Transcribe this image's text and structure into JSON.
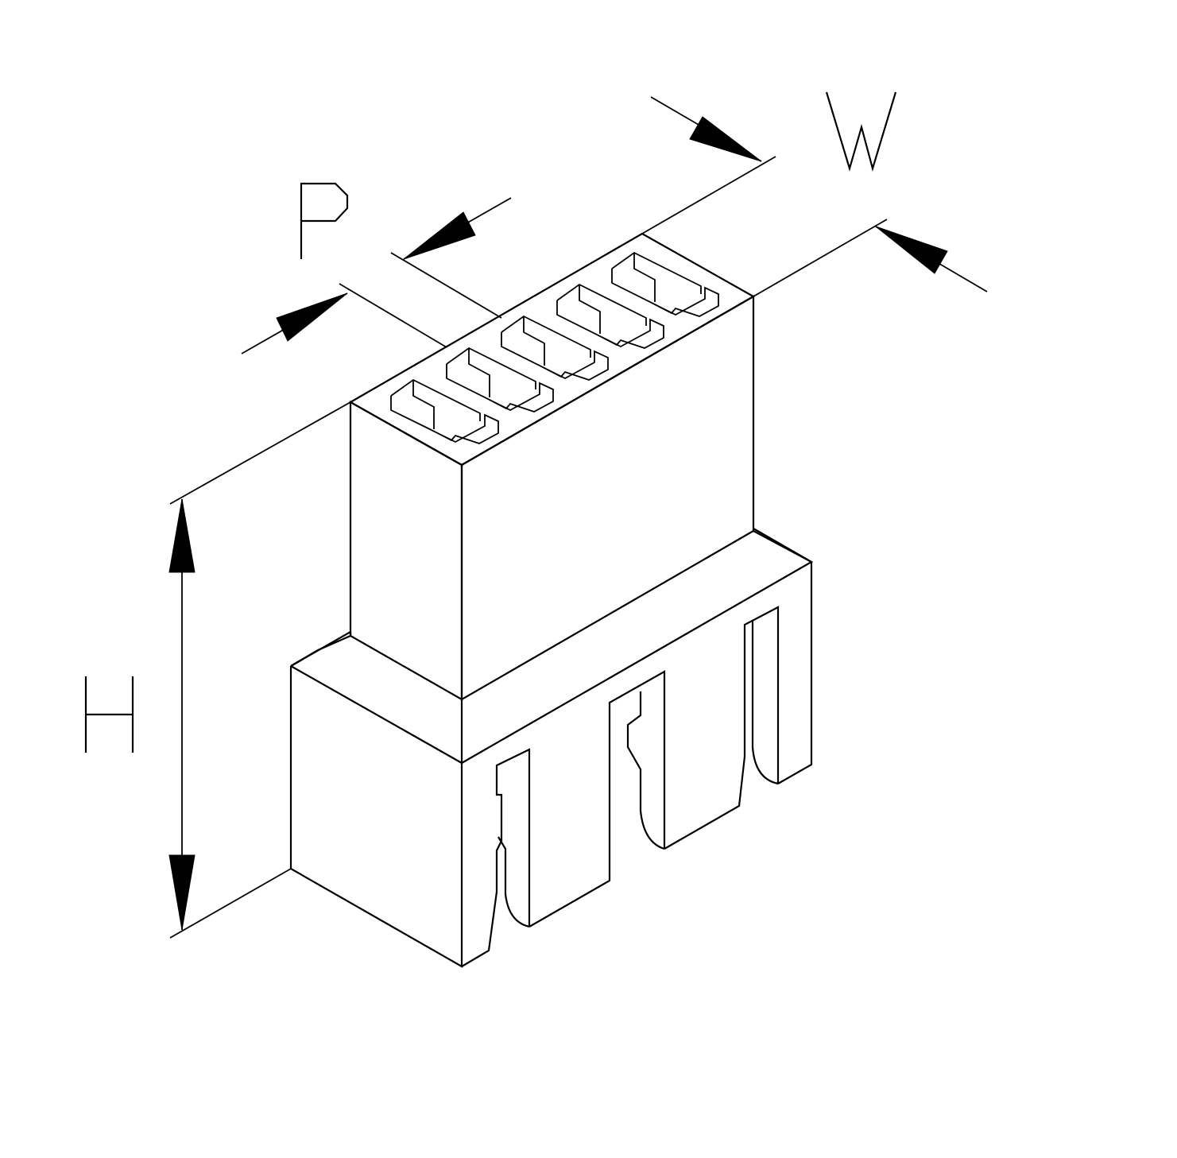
{
  "labels": {
    "pitch": "P",
    "width": "W",
    "height": "H"
  },
  "colors": {
    "line": "#000000",
    "background": "#ffffff"
  }
}
